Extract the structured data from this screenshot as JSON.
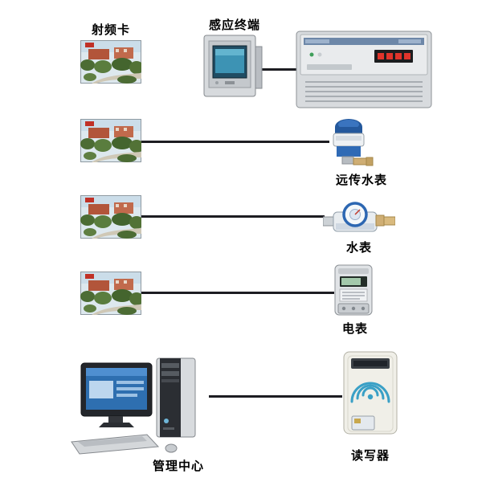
{
  "labels": {
    "rfid_card": "射频卡",
    "induction_terminal": "感应终端",
    "remote_water_meter": "远传水表",
    "water_meter": "水表",
    "electric_meter": "电表",
    "management_center": "管理中心",
    "reader_writer": "读写器"
  },
  "diagram": {
    "connector_color": "#1d1d22",
    "connections": [
      {
        "from": "induction_terminal",
        "to": "controller_box"
      },
      {
        "from": "rfid_card",
        "to": "remote_water_meter"
      },
      {
        "from": "rfid_card",
        "to": "water_meter"
      },
      {
        "from": "rfid_card",
        "to": "electric_meter"
      },
      {
        "from": "management_center",
        "to": "reader_writer"
      }
    ]
  }
}
